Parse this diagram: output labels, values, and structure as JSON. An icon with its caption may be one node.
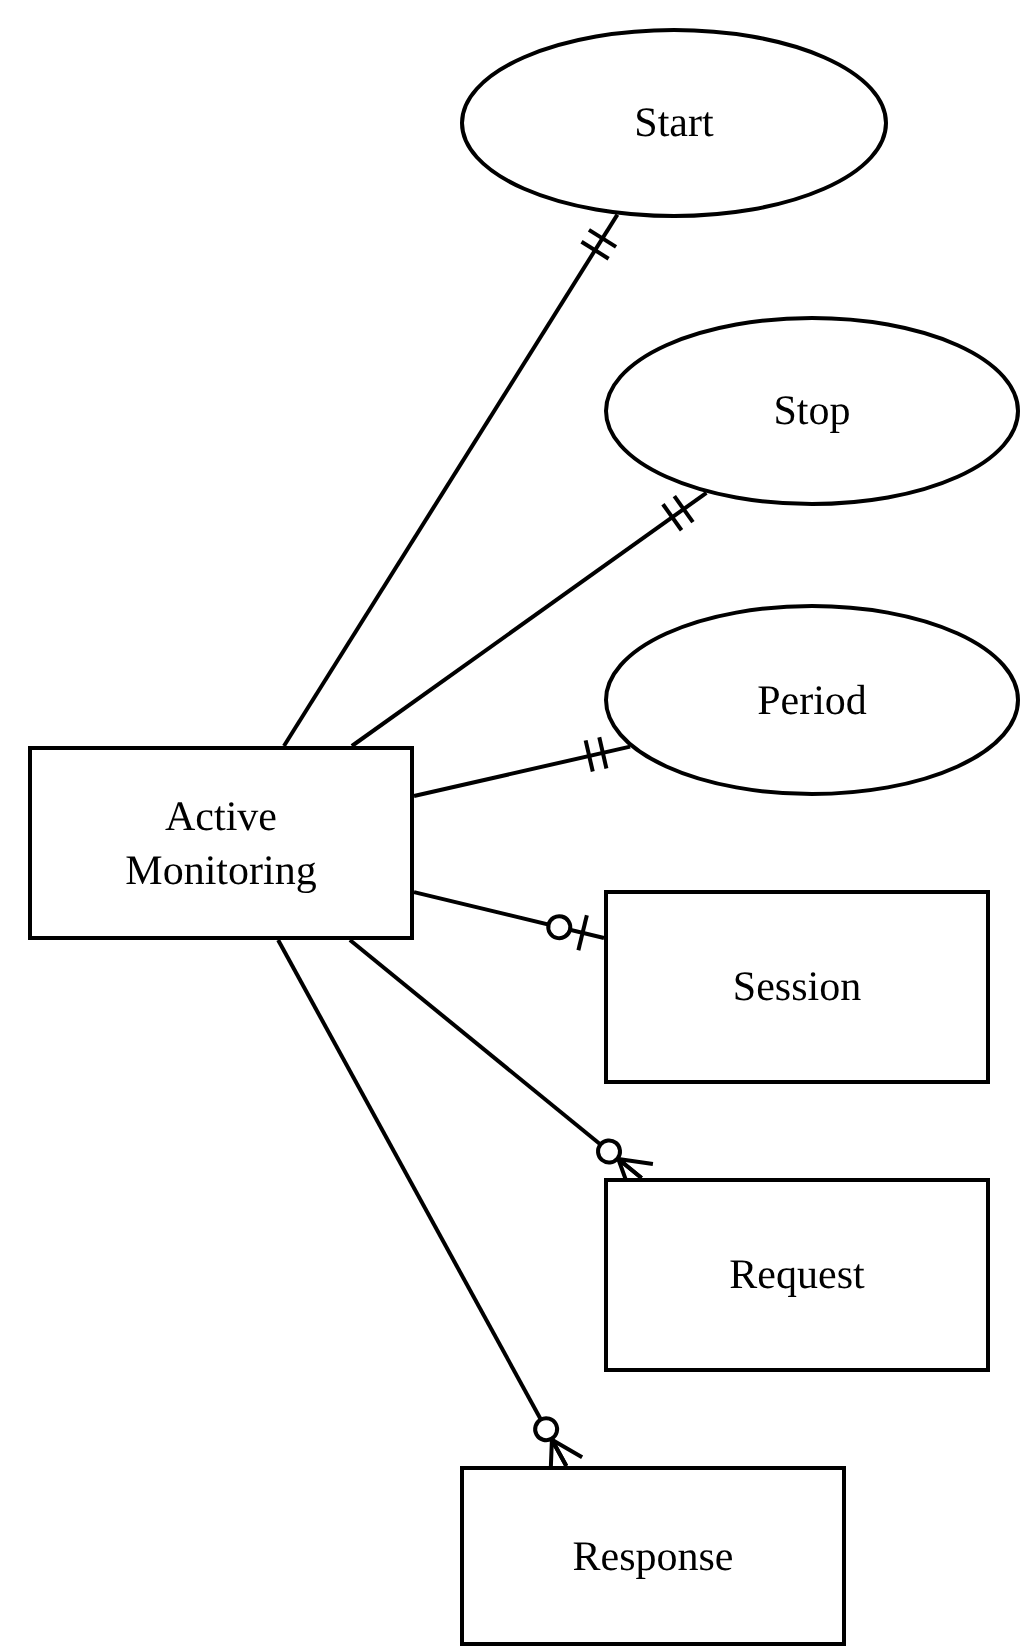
{
  "diagram": {
    "nodes": [
      {
        "text": [
          "Start"
        ]
      },
      {
        "text": [
          "Stop"
        ]
      },
      {
        "text": [
          "Period"
        ]
      },
      {
        "text": [
          "Active Monitoring"
        ]
      },
      {
        "text": [
          "Session"
        ]
      },
      {
        "text": [
          "Request"
        ]
      },
      {
        "text": [
          "Response"
        ]
      }
    ],
    "edges": [
      {
        "from": 3,
        "to": 0,
        "arrow": "other"
      },
      {
        "from": 3,
        "to": 1,
        "arrow": "other"
      },
      {
        "from": 3,
        "to": 2,
        "arrow": "other"
      },
      {
        "from": 3,
        "to": 4,
        "arrow": "other"
      },
      {
        "from": 3,
        "to": 5,
        "arrow": "other"
      },
      {
        "from": 3,
        "to": 6,
        "arrow": "other"
      }
    ]
  }
}
